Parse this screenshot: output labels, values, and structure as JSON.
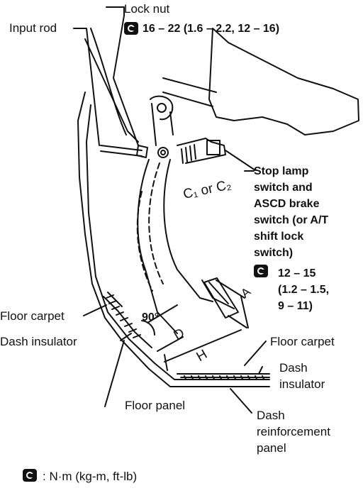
{
  "labels": {
    "lock_nut": "Lock nut",
    "lock_nut_torque": "16 – 22 (1.6 – 2.2, 12 – 16)",
    "input_rod": "Input rod",
    "stop_lamp_lines": [
      "Stop lamp",
      "switch and",
      "ASCD brake",
      "switch (or A/T",
      "shift lock",
      "switch)"
    ],
    "stop_lamp_torque_lines": [
      "12 – 15",
      "(1.2 – 1.5,",
      "9 – 11)"
    ],
    "c1_or_c2": "C₁ or C₂",
    "dim_a": "A",
    "dim_d": "D",
    "dim_h": "H",
    "angle": "90°",
    "floor_carpet_left": "Floor carpet",
    "dash_insulator_left": "Dash insulator",
    "floor_carpet_right": "Floor carpet",
    "dash_insulator_right_lines": [
      "Dash",
      "insulator"
    ],
    "floor_panel": "Floor panel",
    "dash_reinforcement_lines": [
      "Dash",
      "reinforcement",
      "panel"
    ],
    "legend": ": N·m (kg-m, ft-lb)"
  }
}
